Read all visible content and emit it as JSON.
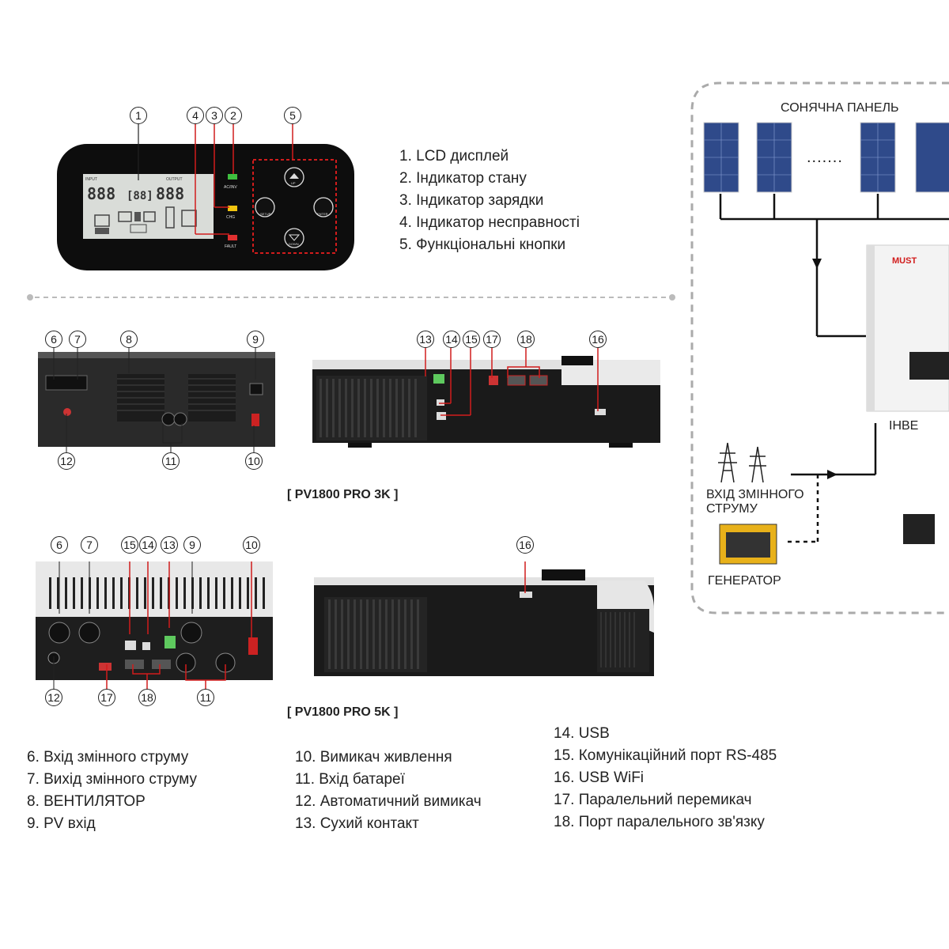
{
  "front_panel": {
    "indicators": {
      "status": "AC/INV",
      "charge": "CHG",
      "fault": "FAULT"
    },
    "buttons": {
      "up": "UP",
      "setup": "SETUP",
      "enter": "ENTER",
      "down": "DOWN"
    },
    "lcd": {
      "input_label": "INPUT",
      "output_label": "OUTPUT",
      "digits": "888"
    }
  },
  "legend_top": [
    "1.  LCD дисплей",
    "2.  Індикатор стану",
    "3.  Індикатор зарядки",
    "4.  Індикатор несправності",
    "5.  Функціональні кнопки"
  ],
  "models": {
    "m3k": "[ PV1800 PRO 3K ]",
    "m5k": "[ PV1800 PRO 5K ]"
  },
  "callouts": {
    "n1": "1",
    "n2": "2",
    "n3": "3",
    "n4": "4",
    "n5": "5",
    "n6": "6",
    "n7": "7",
    "n8": "8",
    "n9": "9",
    "n10": "10",
    "n11": "11",
    "n12": "12",
    "n13": "13",
    "n14": "14",
    "n15": "15",
    "n16": "16",
    "n17": "17",
    "n18": "18"
  },
  "legend_bottom": {
    "col1": [
      "6. Вхід змінного струму",
      "7. Вихід змінного струму",
      "8. ВЕНТИЛЯТОР",
      "9. PV вхід"
    ],
    "col2": [
      "10. Вимикач живлення",
      "11. Вхід батареї",
      "12. Автоматичний вимикач",
      "13. Сухий контакт"
    ],
    "col3": [
      "14. USB",
      "15. Комунікаційний порт RS-485",
      "16. USB WiFi",
      "17. Паралельний перемикач",
      "18. Порт паралельного зв'язку"
    ]
  },
  "system": {
    "solar_panel": "СОНЯЧНА ПАНЕЛЬ",
    "dots": ".......",
    "inverter": "ІНВЕ",
    "ac_input": "ВХІД ЗМІННОГО\nСТРУМУ",
    "ac_input_l1": "ВХІД ЗМІННОГО",
    "ac_input_l2": "СТРУМУ",
    "generator": "ГЕНЕРАТОР",
    "brand": "MUST"
  },
  "colors": {
    "accent_red": "#d11c1c",
    "status_green": "#3fbf3f",
    "charge_yellow": "#f1c40f",
    "fault_red": "#e03030"
  }
}
